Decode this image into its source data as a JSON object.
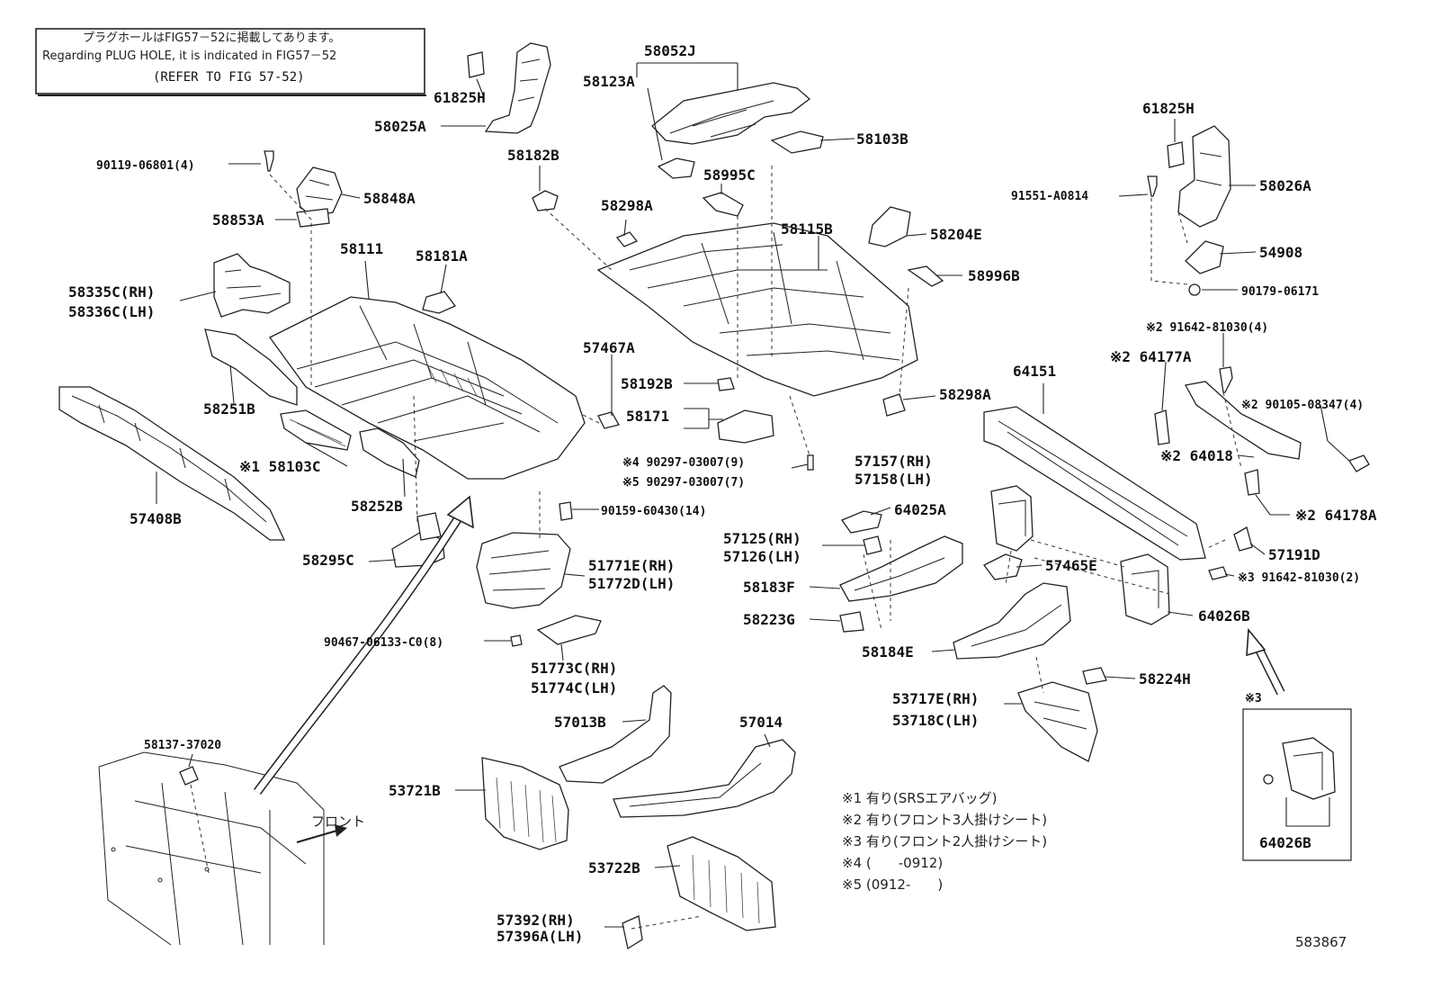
{
  "note": {
    "line1": "プラグホールはFIG57－52に掲載してあります。",
    "line2": "Regarding PLUG HOLE, it is indicated in FIG57－52",
    "line3": "(REFER TO FIG 57-52)"
  },
  "labels": [
    {
      "id": "61825H_l",
      "text": "61825H"
    },
    {
      "id": "58025A",
      "text": "58025A"
    },
    {
      "id": "58052J",
      "text": "58052J"
    },
    {
      "id": "58123A",
      "text": "58123A"
    },
    {
      "id": "58103B",
      "text": "58103B"
    },
    {
      "id": "58182B",
      "text": "58182B"
    },
    {
      "id": "58995C",
      "text": "58995C"
    },
    {
      "id": "90119",
      "text": "90119-06801(4)"
    },
    {
      "id": "58848A",
      "text": "58848A"
    },
    {
      "id": "58853A",
      "text": "58853A"
    },
    {
      "id": "58298A_t",
      "text": "58298A"
    },
    {
      "id": "58115B",
      "text": "58115B"
    },
    {
      "id": "58204E",
      "text": "58204E"
    },
    {
      "id": "58111",
      "text": "58111"
    },
    {
      "id": "58181A",
      "text": "58181A"
    },
    {
      "id": "58996B",
      "text": "58996B"
    },
    {
      "id": "58335C",
      "text": "58335C(RH)"
    },
    {
      "id": "58336C",
      "text": "58336C(LH)"
    },
    {
      "id": "57467A",
      "text": "57467A"
    },
    {
      "id": "58192B",
      "text": "58192B"
    },
    {
      "id": "58298A_b",
      "text": "58298A"
    },
    {
      "id": "64151",
      "text": "64151"
    },
    {
      "id": "58251B",
      "text": "58251B"
    },
    {
      "id": "58171",
      "text": "58171"
    },
    {
      "id": "58103C",
      "text": "※1 58103C"
    },
    {
      "id": "90297a",
      "text": "※4 90297-03007(9)"
    },
    {
      "id": "90297b",
      "text": "※5 90297-03007(7)"
    },
    {
      "id": "57157",
      "text": "57157(RH)"
    },
    {
      "id": "57158",
      "text": "57158(LH)"
    },
    {
      "id": "58252B",
      "text": "58252B"
    },
    {
      "id": "57408B",
      "text": "57408B"
    },
    {
      "id": "90159",
      "text": "90159-60430(14)"
    },
    {
      "id": "64025A",
      "text": "64025A"
    },
    {
      "id": "58295C",
      "text": "58295C"
    },
    {
      "id": "51771E",
      "text": "51771E(RH)"
    },
    {
      "id": "51772D",
      "text": "51772D(LH)"
    },
    {
      "id": "57125",
      "text": "57125(RH)"
    },
    {
      "id": "57126",
      "text": "57126(LH)"
    },
    {
      "id": "57465E",
      "text": "57465E"
    },
    {
      "id": "58183F",
      "text": "58183F"
    },
    {
      "id": "58223G",
      "text": "58223G"
    },
    {
      "id": "90467",
      "text": "90467-06133-C0(8)"
    },
    {
      "id": "58184E",
      "text": "58184E"
    },
    {
      "id": "51773C",
      "text": "51773C(RH)"
    },
    {
      "id": "51774C",
      "text": "51774C(LH)"
    },
    {
      "id": "58224H",
      "text": "58224H"
    },
    {
      "id": "53717E",
      "text": "53717E(RH)"
    },
    {
      "id": "53718C",
      "text": "53718C(LH)"
    },
    {
      "id": "57013B",
      "text": "57013B"
    },
    {
      "id": "57014",
      "text": "57014"
    },
    {
      "id": "58137",
      "text": "58137-37020"
    },
    {
      "id": "53721B",
      "text": "53721B"
    },
    {
      "id": "53722B",
      "text": "53722B"
    },
    {
      "id": "57392",
      "text": "57392(RH)"
    },
    {
      "id": "57396A",
      "text": "57396A(LH)"
    },
    {
      "id": "61825H_r",
      "text": "61825H"
    },
    {
      "id": "58026A",
      "text": "58026A"
    },
    {
      "id": "91551",
      "text": "91551-A0814"
    },
    {
      "id": "54908",
      "text": "54908"
    },
    {
      "id": "90179",
      "text": "90179-06171"
    },
    {
      "id": "91642a",
      "text": "※2 91642-81030(4)"
    },
    {
      "id": "64177A",
      "text": "※2 64177A"
    },
    {
      "id": "90105",
      "text": "※2 90105-08347(4)"
    },
    {
      "id": "64018",
      "text": "※2 64018"
    },
    {
      "id": "64178A",
      "text": "※2 64178A"
    },
    {
      "id": "57191D",
      "text": "57191D"
    },
    {
      "id": "91642b",
      "text": "※3 91642-81030(2)"
    },
    {
      "id": "64026B_m",
      "text": "64026B"
    },
    {
      "id": "64026B_b",
      "text": "64026B"
    },
    {
      "id": "mark3",
      "text": "※3"
    }
  ],
  "front_label": "フロント",
  "legend": [
    "※1 有り(SRSエアバッグ)",
    "※2 有り(フロント3人掛けシート)",
    "※3 有り(フロント2人掛けシート)",
    "※4 (　　-0912)",
    "※5 (0912-　　)"
  ],
  "figure_id": "583867"
}
